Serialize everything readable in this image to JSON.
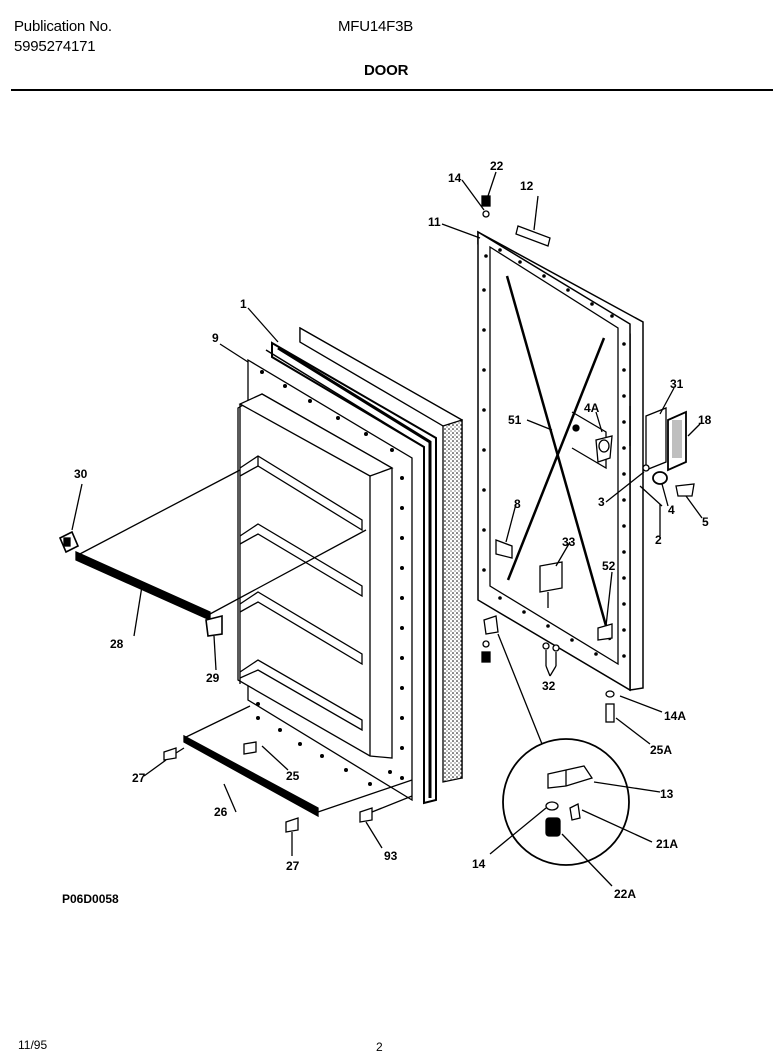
{
  "header": {
    "publication_label": "Publication No.",
    "publication_number": "5995274171",
    "model": "MFU14F3B",
    "section_title": "DOOR"
  },
  "callouts": {
    "c22": "22",
    "c14": "14",
    "c12": "12",
    "c11": "11",
    "c1": "1",
    "c9": "9",
    "c31": "31",
    "c18": "18",
    "c4A": "4A",
    "c51": "51",
    "c3": "3",
    "c4": "4",
    "c5": "5",
    "c2": "2",
    "c30": "30",
    "c8": "8",
    "c33": "33",
    "c52": "52",
    "c28": "28",
    "c29": "29",
    "c32": "32",
    "c14A": "14A",
    "c25A": "25A",
    "c27a": "27",
    "c25": "25",
    "c26": "26",
    "c13": "13",
    "c21A": "21A",
    "c93": "93",
    "c27b": "27",
    "c14b": "14",
    "c22A": "22A"
  },
  "footer": {
    "drawing_code": "P06D0058",
    "date": "11/95",
    "page": "2"
  }
}
